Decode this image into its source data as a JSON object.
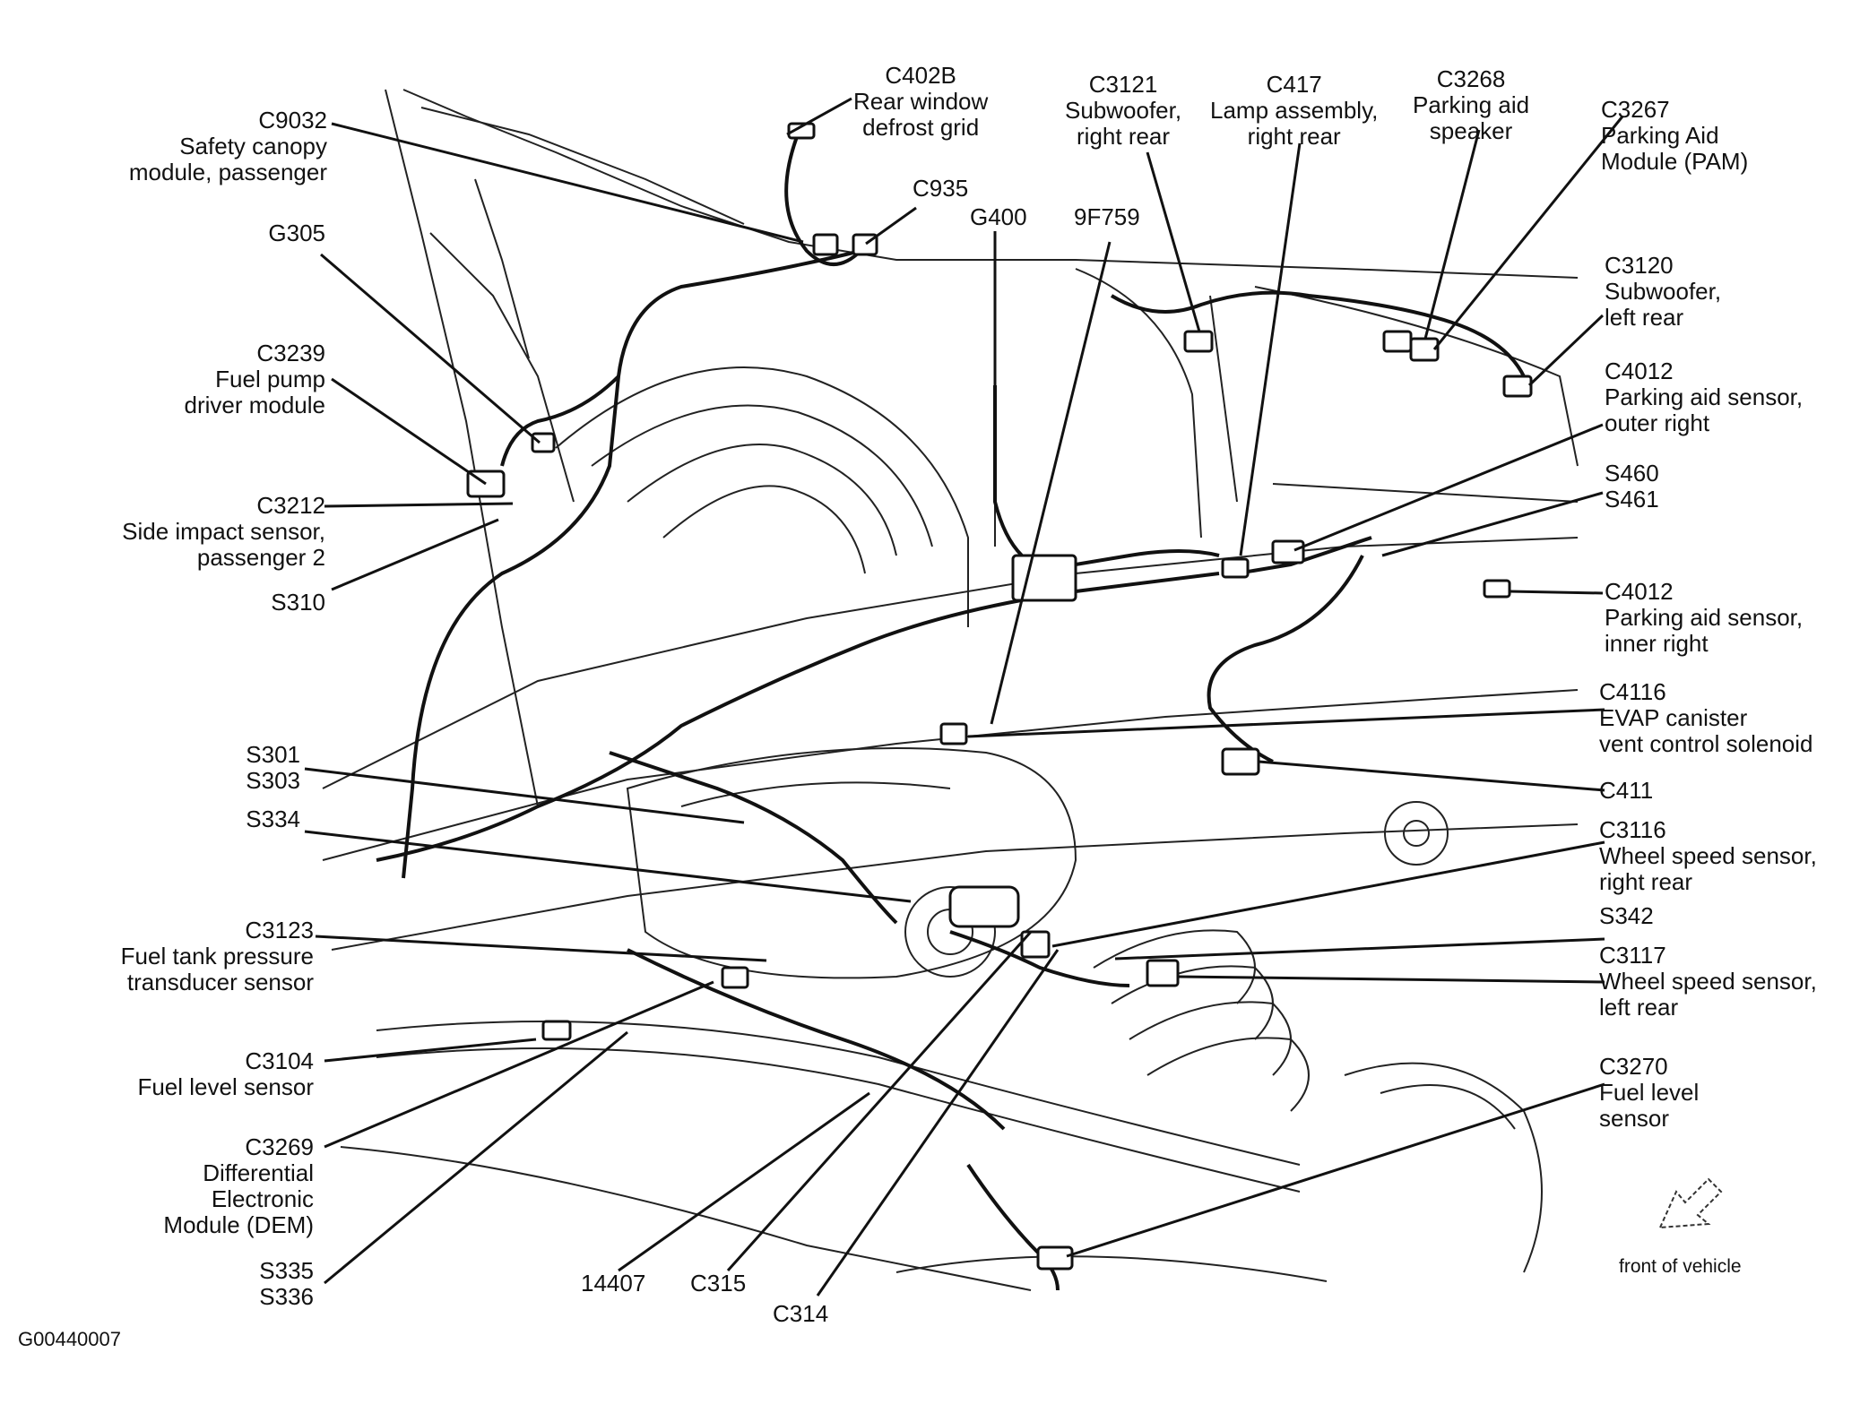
{
  "labels": {
    "c402b": [
      "C402B",
      "Rear window",
      "defrost grid"
    ],
    "c9032": [
      "C9032",
      "Safety canopy",
      "module, passenger"
    ],
    "c935": [
      "C935"
    ],
    "g400": [
      "G400"
    ],
    "f9759": [
      "9F759"
    ],
    "c3121": [
      "C3121",
      "Subwoofer,",
      "right rear"
    ],
    "c417": [
      "C417",
      "Lamp assembly,",
      "right rear"
    ],
    "c3268": [
      "C3268",
      "Parking aid",
      "speaker"
    ],
    "c3267": [
      "C3267",
      "Parking Aid",
      "Module (PAM)"
    ],
    "g305": [
      "G305"
    ],
    "c3239": [
      "C3239",
      "Fuel pump",
      "driver module"
    ],
    "c3212": [
      "C3212",
      "Side impact sensor,",
      "passenger 2"
    ],
    "s310": [
      "S310"
    ],
    "c3120": [
      "C3120",
      "Subwoofer,",
      "left rear"
    ],
    "c4012_outer": [
      "C4012",
      "Parking aid sensor,",
      "outer right"
    ],
    "s460": [
      "S460",
      "S461"
    ],
    "c4012_inner": [
      "C4012",
      "Parking aid sensor,",
      "inner right"
    ],
    "c4116": [
      "C4116",
      "EVAP canister",
      "vent control solenoid"
    ],
    "c411": [
      "C411"
    ],
    "s301": [
      "S301",
      "S303"
    ],
    "s334": [
      "S334"
    ],
    "c3116": [
      "C3116",
      "Wheel speed sensor,",
      "right rear"
    ],
    "s342": [
      "S342"
    ],
    "c3117": [
      "C3117",
      "Wheel speed sensor,",
      "left rear"
    ],
    "c3123": [
      "C3123",
      "Fuel tank pressure",
      "transducer sensor"
    ],
    "c3104": [
      "C3104",
      "Fuel level sensor"
    ],
    "c3269": [
      "C3269",
      "Differential",
      "Electronic",
      "Module (DEM)"
    ],
    "s335": [
      "S335",
      "S336"
    ],
    "l14407": [
      "14407"
    ],
    "c315": [
      "C315"
    ],
    "c314": [
      "C314"
    ],
    "c3270": [
      "C3270",
      "Fuel level",
      "sensor"
    ]
  },
  "front_of_vehicle": "front of vehicle",
  "figure_id": "G00440007"
}
